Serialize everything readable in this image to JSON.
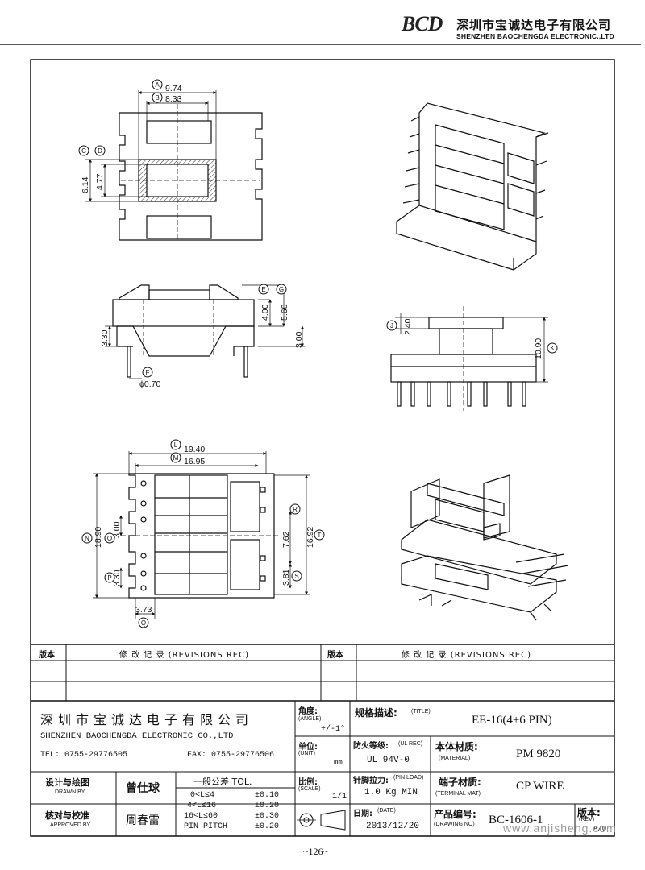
{
  "header": {
    "logo": "BCD",
    "company_cn": "深圳市宝诚达电子有限公司",
    "company_en": "SHENZHEN BAOCHENGDA ELECTRONIC.,LTD"
  },
  "dimensions": {
    "top_view": {
      "A": {
        "label": "A",
        "value": "9.74"
      },
      "B": {
        "label": "B",
        "value": "8.33"
      },
      "C": {
        "label": "C",
        "value": "6.14"
      },
      "D": {
        "label": "D",
        "value": "4.77"
      }
    },
    "side_view": {
      "E": {
        "label": "E",
        "value": "4.00"
      },
      "G": {
        "label": "G",
        "value": "5.60"
      },
      "left": {
        "value": "3.30"
      },
      "right": {
        "value": "3.00"
      },
      "F": {
        "label": "F",
        "value": "ϕ0.70"
      }
    },
    "front_view": {
      "J": {
        "label": "J",
        "value": "2.40"
      },
      "K": {
        "label": "K",
        "value": "10.90"
      }
    },
    "bottom_view": {
      "L": {
        "label": "L",
        "value": "19.40"
      },
      "M": {
        "label": "M",
        "value": "16.95"
      },
      "N": {
        "label": "N",
        "value": "18.90"
      },
      "O": {
        "label": "O",
        "value": "3.00"
      },
      "P": {
        "label": "P",
        "value": "3.30"
      },
      "Q": {
        "label": "Q",
        "value": "3.73"
      },
      "R": {
        "label": "R",
        "value": "7.62"
      },
      "S": {
        "label": "S",
        "value": "3.81"
      },
      "T": {
        "label": "T",
        "value": "16.92"
      }
    }
  },
  "title_block": {
    "rev_label": "版本",
    "rev_header": "修 改 记 录 (REVISIONS REC)",
    "company_cn": "深圳市宝诚达电子有限公司",
    "company_en": "SHENZHEN BAOCHENGDA ELECTRONIC CO.,LTD",
    "tel": "TEL: 0755-29776505",
    "fax": "FAX: 0755-29776506",
    "angle_label": "角度:",
    "angle_sub": "(ANGLE)",
    "angle_value": "+/-1°",
    "unit_label": "单位:",
    "unit_sub": "(UNIT)",
    "unit_value": "mm",
    "scale_label": "比例:",
    "scale_sub": "(SCALE)",
    "scale_value": "1/1",
    "title_label": "规格描述:",
    "title_sub": "(TITLE)",
    "title_value": "EE-16(4+6 PIN)",
    "fire_label": "防火等级:",
    "fire_sub": "(UL REC)",
    "fire_value": "UL 94V-0",
    "material_label": "本体材质:",
    "material_sub": "(MATERIAL)",
    "material_value": "PM 9820",
    "pinload_label": "针脚拉力:",
    "pinload_sub": "(PIN LOAD)",
    "pinload_value": "1.0 Kg MIN",
    "terminal_label": "端子材质:",
    "terminal_sub": "(TERMINAL MAT)",
    "terminal_value": "CP WIRE",
    "date_label": "日期:",
    "date_sub": "(DATE)",
    "date_value": "2013/12/20",
    "drawing_label": "产品编号:",
    "drawing_sub": "(DRAWING NO)",
    "drawing_value": "BC-1606-1",
    "rev_no_label": "版本:",
    "rev_no_sub": "(REV)",
    "rev_no_value": "A/0",
    "drawn_label": "设计与绘图",
    "drawn_sub": "DRAWN BY",
    "drawn_name": "曾仕球",
    "approved_label": "核对与校准",
    "approved_sub": "APPROVED BY",
    "approved_name": "周春雷",
    "tol_title": "一般公差 TOL.",
    "tol_rows": [
      {
        "range": "0<L≤4",
        "tol": "±0.10"
      },
      {
        "range": "4<L≤16",
        "tol": "±0.20"
      },
      {
        "range": "16<L≤60",
        "tol": "±0.30"
      },
      {
        "range": "PIN PITCH",
        "tol": "±0.20"
      }
    ]
  },
  "watermark": "www.anjisheng.com",
  "page_number": "~126~"
}
